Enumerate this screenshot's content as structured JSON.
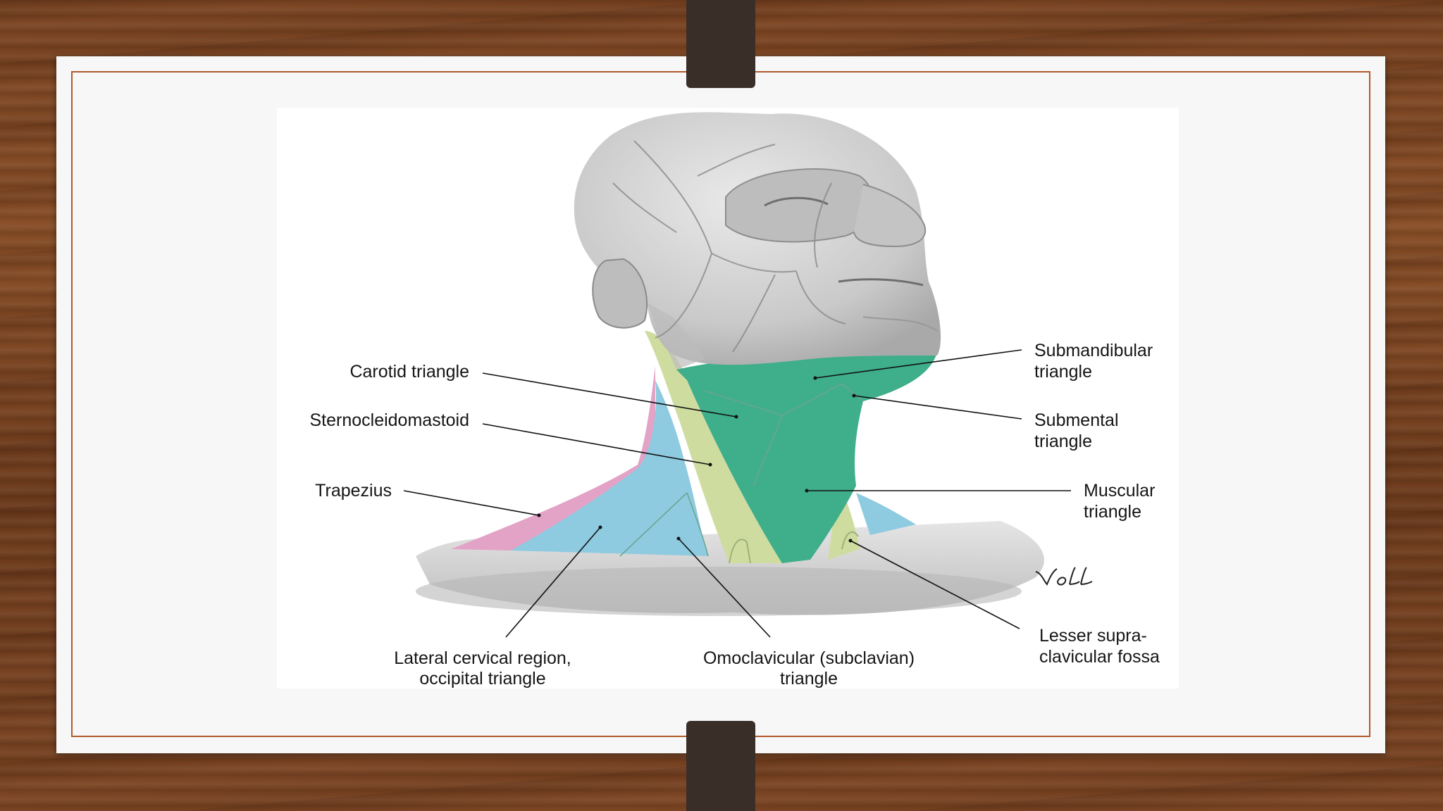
{
  "slide": {
    "labels": {
      "carotid": "Carotid triangle",
      "scm": "Sternocleidomastoid",
      "trapezius": "Trapezius",
      "submandibular_1": "Submandibular",
      "submandibular_2": "triangle",
      "submental_1": "Submental",
      "submental_2": "triangle",
      "muscular_1": "Muscular",
      "muscular_2": "triangle",
      "lateral_1": "Lateral cervical region,",
      "lateral_2": "occipital triangle",
      "omoclavicular_1": "Omoclavicular (subclavian)",
      "omoclavicular_2": "triangle",
      "lesser_1": "Lesser supra-",
      "lesser_2": "clavicular fossa"
    },
    "signature": "Voll",
    "colors": {
      "wood": "#7a4422",
      "frame": "#b0592a",
      "anterior_green": "#3fae8a",
      "scm_yellow": "#cfdca0",
      "lateral_blue": "#8ecbe0",
      "trapezius_pink": "#e2a3c7",
      "skin_gray": "#cfcfcf"
    }
  }
}
